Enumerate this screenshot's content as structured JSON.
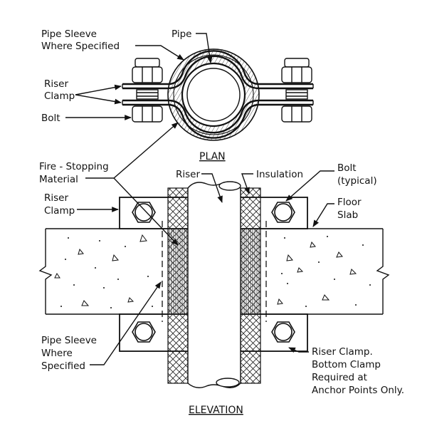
{
  "diagram": {
    "plan_title": "PLAN",
    "elevation_title": "ELEVATION",
    "plan_labels": {
      "pipe_sleeve_l1": "Pipe Sleeve",
      "pipe_sleeve_l2": "Where Specified",
      "pipe": "Pipe",
      "riser_clamp_l1": "Riser",
      "riser_clamp_l2": "Clamp",
      "bolt": "Bolt"
    },
    "elevation_labels": {
      "fire_stopping_l1": "Fire - Stopping",
      "fire_stopping_l2": "Material",
      "riser": "Riser",
      "insulation": "Insulation",
      "bolt_l1": "Bolt",
      "bolt_l2": "(typical)",
      "riser_clamp_l1": "Riser",
      "riser_clamp_l2": "Clamp",
      "floor_slab_l1": "Floor",
      "floor_slab_l2": "Slab",
      "pipe_sleeve_l1": "Pipe Sleeve",
      "pipe_sleeve_l2": "Where",
      "pipe_sleeve_l3": "Specified",
      "note_l1": "Riser Clamp.",
      "note_l2": "Bottom Clamp",
      "note_l3": "Required at",
      "note_l4": "Anchor Points Only."
    }
  }
}
